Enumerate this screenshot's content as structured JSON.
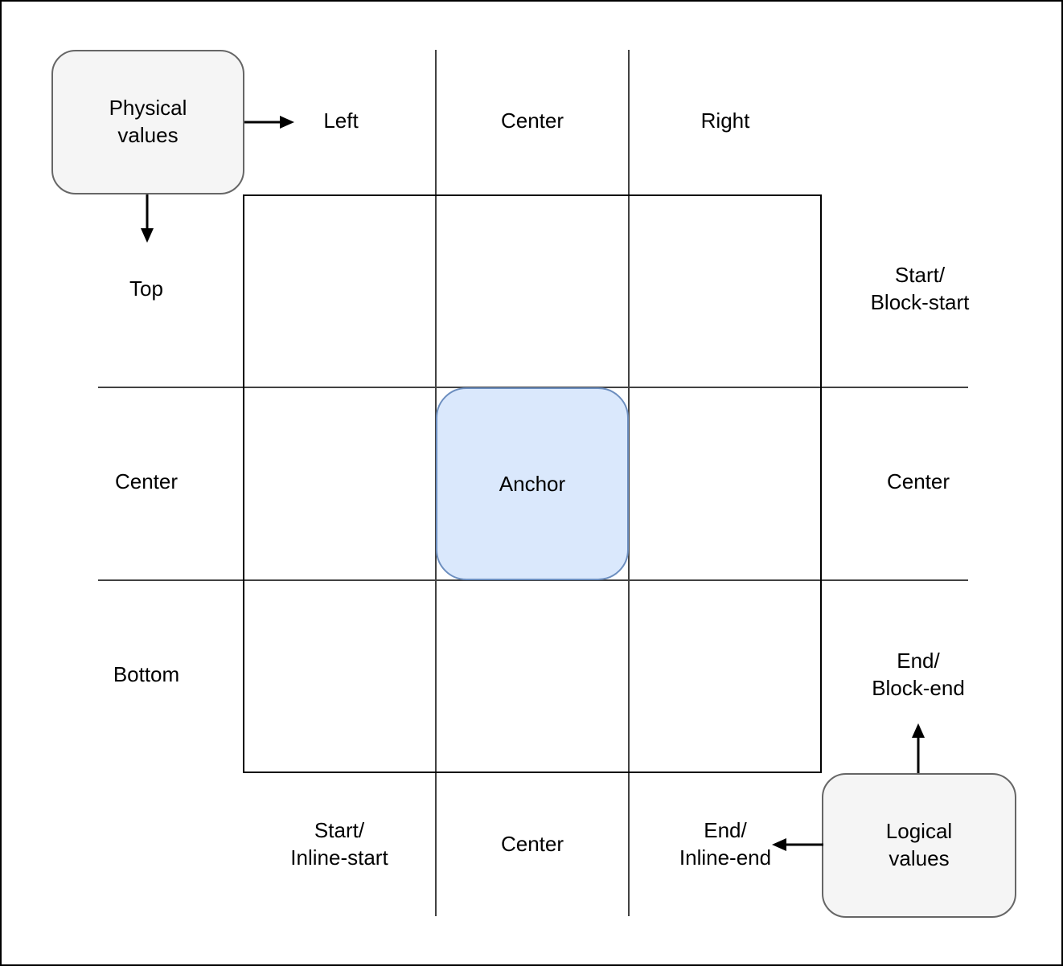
{
  "anchor_box": {
    "label": "Anchor"
  },
  "physical_values_box": {
    "label": "Physical\nvalues"
  },
  "logical_values_box": {
    "label": "Logical\nvalues"
  },
  "physical_labels": {
    "top_row": [
      "Left",
      "Center",
      "Right"
    ],
    "left_column": [
      "Top",
      "Center",
      "Bottom"
    ]
  },
  "logical_labels": {
    "right_column": [
      "Start/\nBlock-start",
      "Center",
      "End/\nBlock-end"
    ],
    "bottom_row": [
      "Start/\nInline-start",
      "Center",
      "End/\nInline-end"
    ]
  },
  "colors": {
    "anchor_fill": "#dae8fc",
    "anchor_stroke": "#6c8ebf",
    "value_box_fill": "#f5f5f5",
    "value_box_stroke": "#666666",
    "grid_line": "#424242",
    "square_stroke": "#000000",
    "arrow": "#000000",
    "text": "#000000"
  }
}
